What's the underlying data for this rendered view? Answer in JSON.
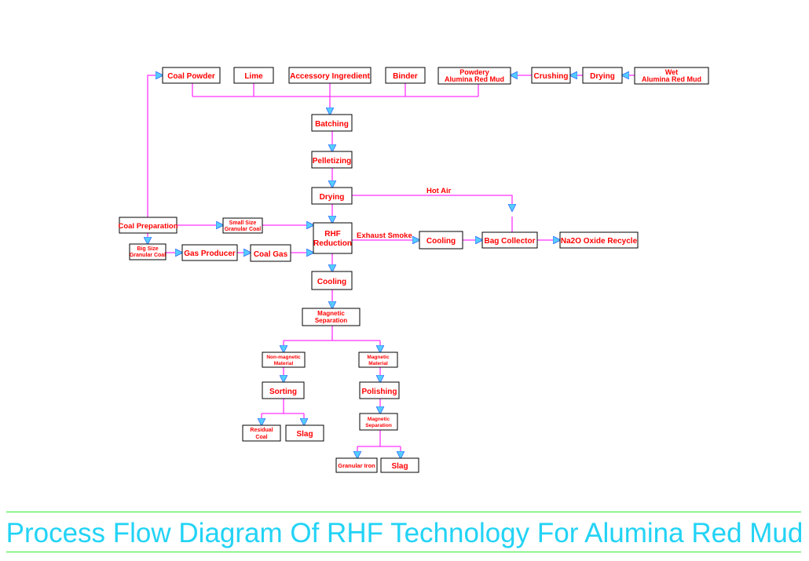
{
  "title": "Process Flow Diagram Of RHF Technology For Alumina Red Mud",
  "colors": {
    "node_text": "#ff0000",
    "edge": "#ff33ff",
    "arrowhead": "#55ccff",
    "title": "#22d3f5",
    "rule": "#33ee33"
  },
  "nodes": {
    "coal_powder": "Coal Powder",
    "lime": "Lime",
    "accessory": "Accessory Ingredient",
    "binder": "Binder",
    "powdery_1": "Powdery",
    "powdery_2": "Alumina Red Mud",
    "crushing": "Crushing",
    "drying_top": "Drying",
    "wet_1": "Wet",
    "wet_2": "Alumina Red Mud",
    "batching": "Batching",
    "pelletizing": "Pelletizing",
    "drying": "Drying",
    "coal_prep": "Coal Preparation",
    "small_1": "Small Size",
    "small_2": "Granular Coal",
    "big_1": "Big Size",
    "big_2": "Granular Coal",
    "gas_producer": "Gas Producer",
    "coal_gas": "Coal Gas",
    "rhf_1": "RHF",
    "rhf_2": "Reduction",
    "cooling_exhaust": "Cooling",
    "bag_collector": "Bag Collector",
    "na2o": "Na2O Oxide Recycle",
    "cooling": "Cooling",
    "mag_sep_1": "Magnetic",
    "mag_sep_2": "Separation",
    "nonmag_1": "Non-magnetic",
    "nonmag_2": "Material",
    "mag_mat_1": "Magnetic",
    "mag_mat_2": "Material",
    "sorting": "Sorting",
    "polishing": "Polishing",
    "residual_1": "Residual",
    "residual_2": "Coal",
    "slag_left": "Slag",
    "mag_sep2_1": "Magnetic",
    "mag_sep2_2": "Separation",
    "granular_iron": "Granular Iron",
    "slag_right": "Slag"
  },
  "edge_labels": {
    "hot_air": "Hot Air",
    "exhaust_smoke": "Exhaust Smoke"
  }
}
